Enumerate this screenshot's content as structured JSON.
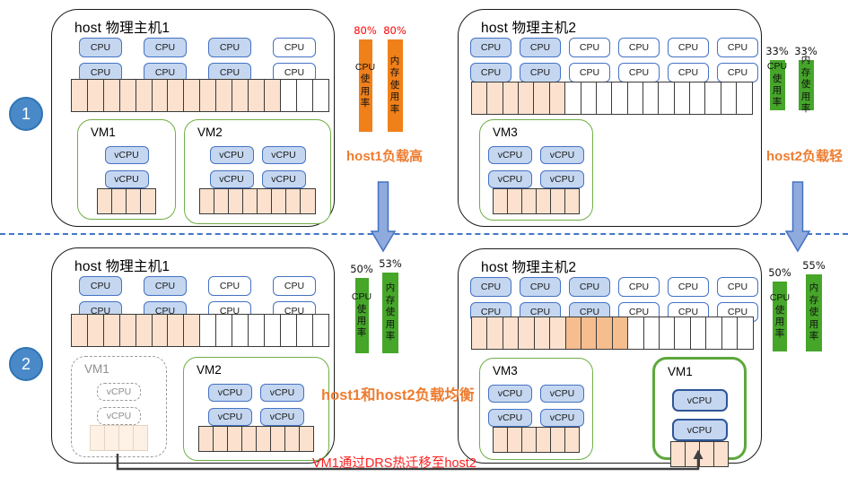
{
  "steps": [
    "1",
    "2"
  ],
  "vcpu_label": "vCPU",
  "hosts": [
    {
      "title": "host 物理主机1",
      "cpu": {
        "label": "CPU",
        "columns": 4,
        "active_columns": 3
      },
      "memory": {
        "cells": 16,
        "filled": 13,
        "filled_dark": 0
      },
      "vms": [
        {
          "name": "VM1",
          "vcpus": 2,
          "vcpu_cols": 1,
          "memory": {
            "cells": 4,
            "filled": 4
          }
        },
        {
          "name": "VM2",
          "vcpus": 4,
          "vcpu_cols": 2,
          "memory": {
            "cells": 8,
            "filled": 8
          }
        }
      ]
    },
    {
      "title": "host 物理主机2",
      "cpu": {
        "label": "CPU",
        "columns": 6,
        "active_columns": 2
      },
      "memory": {
        "cells": 18,
        "filled": 6,
        "filled_dark": 0
      },
      "vms": [
        {
          "name": "VM3",
          "vcpus": 4,
          "vcpu_cols": 2,
          "memory": {
            "cells": 6,
            "filled": 6
          }
        }
      ]
    },
    {
      "title": "host 物理主机1",
      "cpu": {
        "label": "CPU",
        "columns": 4,
        "active_columns": 2
      },
      "memory": {
        "cells": 16,
        "filled": 8,
        "filled_dark": 0
      },
      "vms": [
        {
          "name": "VM1",
          "vcpus": 2,
          "vcpu_cols": 1,
          "memory": {
            "cells": 4,
            "filled": 4
          },
          "ghost": true
        },
        {
          "name": "VM2",
          "vcpus": 4,
          "vcpu_cols": 2,
          "memory": {
            "cells": 8,
            "filled": 8
          }
        }
      ]
    },
    {
      "title": "host 物理主机2",
      "cpu": {
        "label": "CPU",
        "columns": 6,
        "active_columns": 3
      },
      "memory": {
        "cells": 18,
        "filled": 6,
        "filled_dark": 4
      },
      "vms": [
        {
          "name": "VM3",
          "vcpus": 4,
          "vcpu_cols": 2,
          "memory": {
            "cells": 6,
            "filled": 6
          }
        },
        {
          "name": "VM1",
          "vcpus": 2,
          "vcpu_cols": 1,
          "memory": {
            "cells": 4,
            "filled": 4
          },
          "migrated": true
        }
      ]
    }
  ],
  "gauges": [
    {
      "value": "80%",
      "label": "CPU\n使\n用\n率",
      "color": "#F0801A",
      "value_color": "#FF0000"
    },
    {
      "value": "80%",
      "label": "内存\n使\n用\n率",
      "color": "#F0801A",
      "value_color": "#FF0000"
    },
    {
      "value": "33%",
      "label": "CPU\n使\n用\n率",
      "color": "#46A62A",
      "value_color": "#111111"
    },
    {
      "value": "33%",
      "label": "内存\n使\n用\n率",
      "color": "#46A62A",
      "value_color": "#111111"
    },
    {
      "value": "50%",
      "label": "CPU\n使\n用\n率",
      "color": "#46A62A",
      "value_color": "#111111"
    },
    {
      "value": "53%",
      "label": "内存\n使\n用\n率",
      "color": "#46A62A",
      "value_color": "#111111"
    },
    {
      "value": "50%",
      "label": "CPU\n使\n用\n率",
      "color": "#46A62A",
      "value_color": "#111111"
    },
    {
      "value": "55%",
      "label": "内存\n使\n用\n率",
      "color": "#46A62A",
      "value_color": "#111111"
    }
  ],
  "annotations": {
    "host1_high": "host1负载高",
    "host2_light": "host2负载轻",
    "balanced": "host1和host2负载均衡",
    "migration": "VM1通过DRS热迁移至host2"
  },
  "colors": {
    "accent_blue": "#4472C4",
    "cpu_fill": "#C5D7F0",
    "mem_fill": "#FBE1CE",
    "mem_fill_dark": "#F6BD8F",
    "vm_green": "#6FAE46",
    "gauge_orange": "#F0801A",
    "gauge_green": "#46A62A",
    "alert_red": "#FF0000",
    "note_orange": "#ED7D31",
    "step_blue": "#4A89C8"
  }
}
